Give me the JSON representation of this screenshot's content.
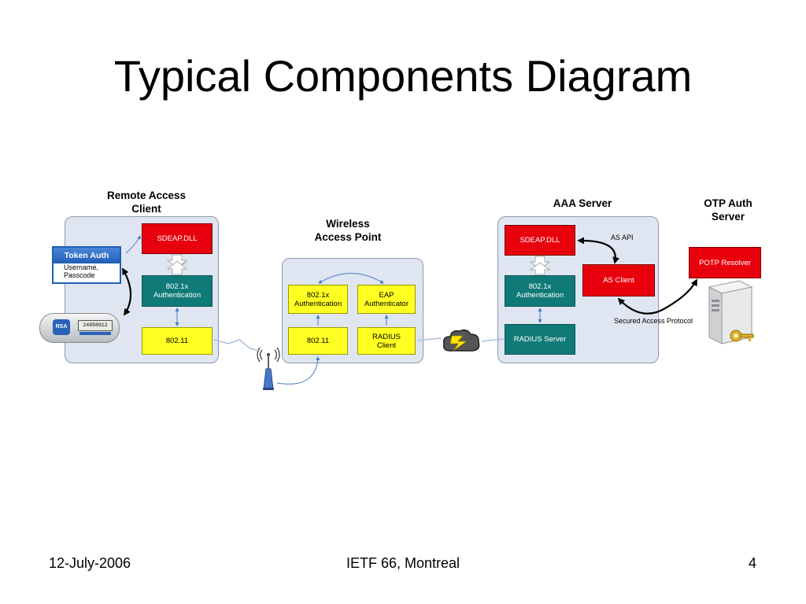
{
  "slide": {
    "title": "Typical Components Diagram",
    "footer_left": "12-July-2006",
    "footer_center": "IETF 66, Montreal",
    "footer_right": "4"
  },
  "labels": {
    "remote_client_1": "Remote Access",
    "remote_client_2": "Client",
    "wap_1": "Wireless",
    "wap_2": "Access Point",
    "aaa": "AAA Server",
    "otp_1": "OTP Auth",
    "otp_2": "Server"
  },
  "client": {
    "sdeap": "SDEAP.DLL",
    "auth_1": "802.1x",
    "auth_2": "Authentication",
    "wifi": "802.11",
    "token_title": "Token Auth",
    "token_fields_1": "Username,",
    "token_fields_2": "Passcode",
    "rsa_brand": "RSA",
    "rsa_code": "24858912"
  },
  "ap": {
    "auth_1": "802.1x",
    "auth_2": "Authentication",
    "eap_1": "EAP",
    "eap_2": "Authenticator",
    "wifi": "802.11",
    "radius_1": "RADIUS",
    "radius_2": "Client"
  },
  "aaa": {
    "sdeap": "SDEAP.DLL",
    "auth_1": "802.1x",
    "auth_2": "Authentication",
    "radius": "RADIUS Server",
    "as_client": "AS Client",
    "as_api": "AS API",
    "secured": "Secured Access Protocol"
  },
  "otp": {
    "resolver": "POTP Resolver"
  },
  "colors": {
    "red": "#e8000d",
    "teal": "#107a78",
    "yellow": "#ffff22",
    "panel": "#dfe6f2",
    "token_blue": "#1f5fb4"
  }
}
